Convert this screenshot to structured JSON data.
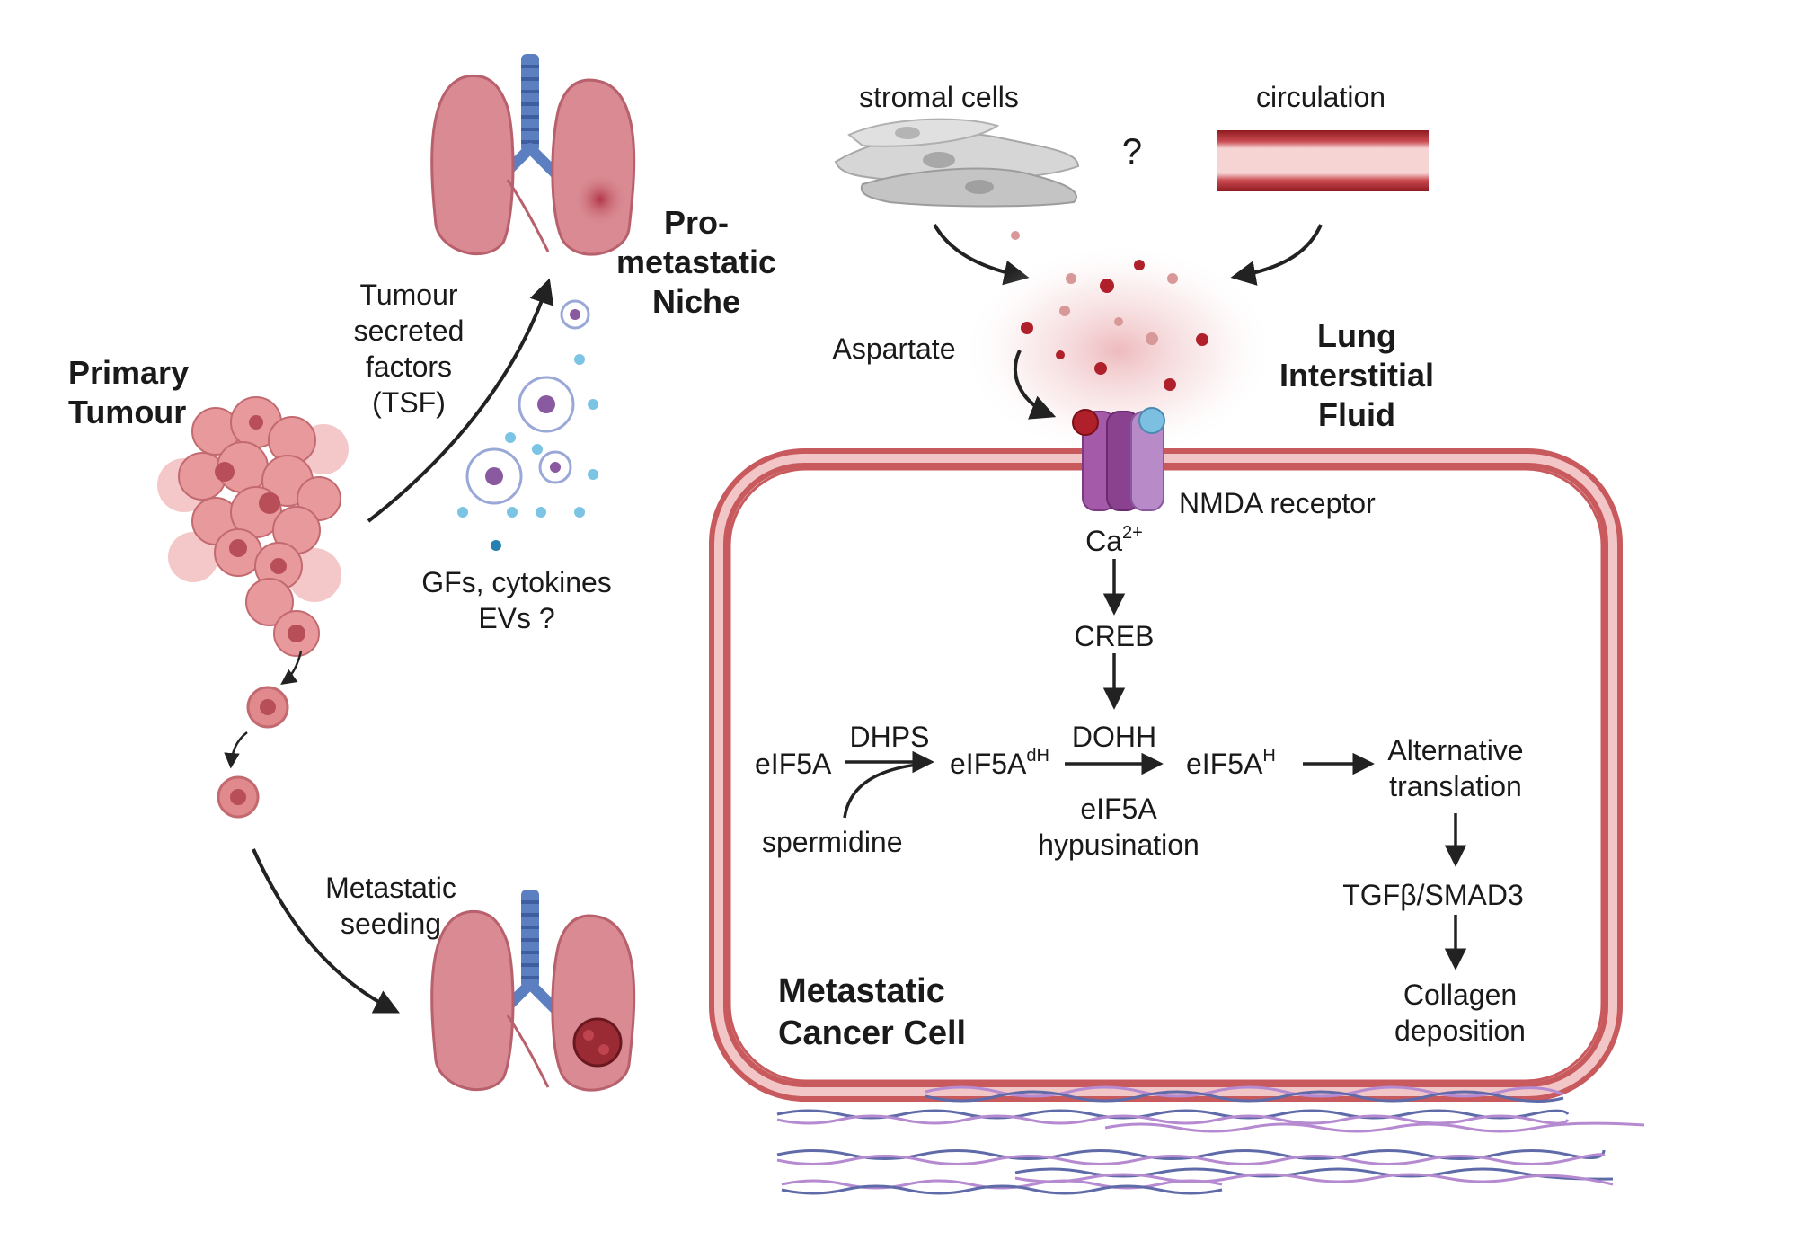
{
  "labels": {
    "primary_tumour": [
      "Primary",
      "Tumour"
    ],
    "pro_metastatic_niche": [
      "Pro-",
      "metastatic",
      "Niche"
    ],
    "tumour_secreted_factors": [
      "Tumour",
      "secreted",
      "factors",
      "(TSF)"
    ],
    "gfs_cytokines": [
      "GFs, cytokines",
      "EVs ?"
    ],
    "metastatic_seeding": [
      "Metastatic",
      "seeding"
    ],
    "stromal_cells": "stromal cells",
    "circulation": "circulation",
    "question_mark": "?",
    "aspartate": "Aspartate",
    "lung_interstitial_fluid": [
      "Lung",
      "Interstitial",
      "Fluid"
    ],
    "nmda_receptor": "NMDA receptor",
    "ca": "Ca",
    "ca_sup": "2+",
    "creb": "CREB",
    "eif5a": "eIF5A",
    "dhps": "DHPS",
    "spermidine": "spermidine",
    "eif5a_dh": "eIF5A",
    "eif5a_dh_sup": "dH",
    "dohh": "DOHH",
    "eif5a_hyp": [
      "eIF5A",
      "hypusination"
    ],
    "eif5a_h": "eIF5A",
    "eif5a_h_sup": "H",
    "alternative_translation": [
      "Alternative",
      "translation"
    ],
    "tgfb_smad3": "TGFβ/SMAD3",
    "collagen_deposition": [
      "Collagen",
      "deposition"
    ],
    "metastatic_cancer_cell": [
      "Metastatic",
      "Cancer Cell"
    ]
  },
  "colors": {
    "arrow": "#222222",
    "cell_membrane": "#c85a5e",
    "cell_membrane_inner": "#f2c6c6",
    "lung": "#d98a93",
    "lung_dark": "#b8606c",
    "trachea": "#5b7fc0",
    "tumour_cell": "#e08a8e",
    "tumour_nucleus": "#b84f58",
    "aspartate_dot": "#b0202a",
    "glycine_dot": "#7cbfe0",
    "receptor": "#a45aa8",
    "vessel_wall": "#9c1e24",
    "vessel_lumen": "#f6d0d0",
    "stroma": "#c8c8c8",
    "collagen_blue": "#5f6aa8",
    "collagen_purple": "#b58ad0"
  }
}
